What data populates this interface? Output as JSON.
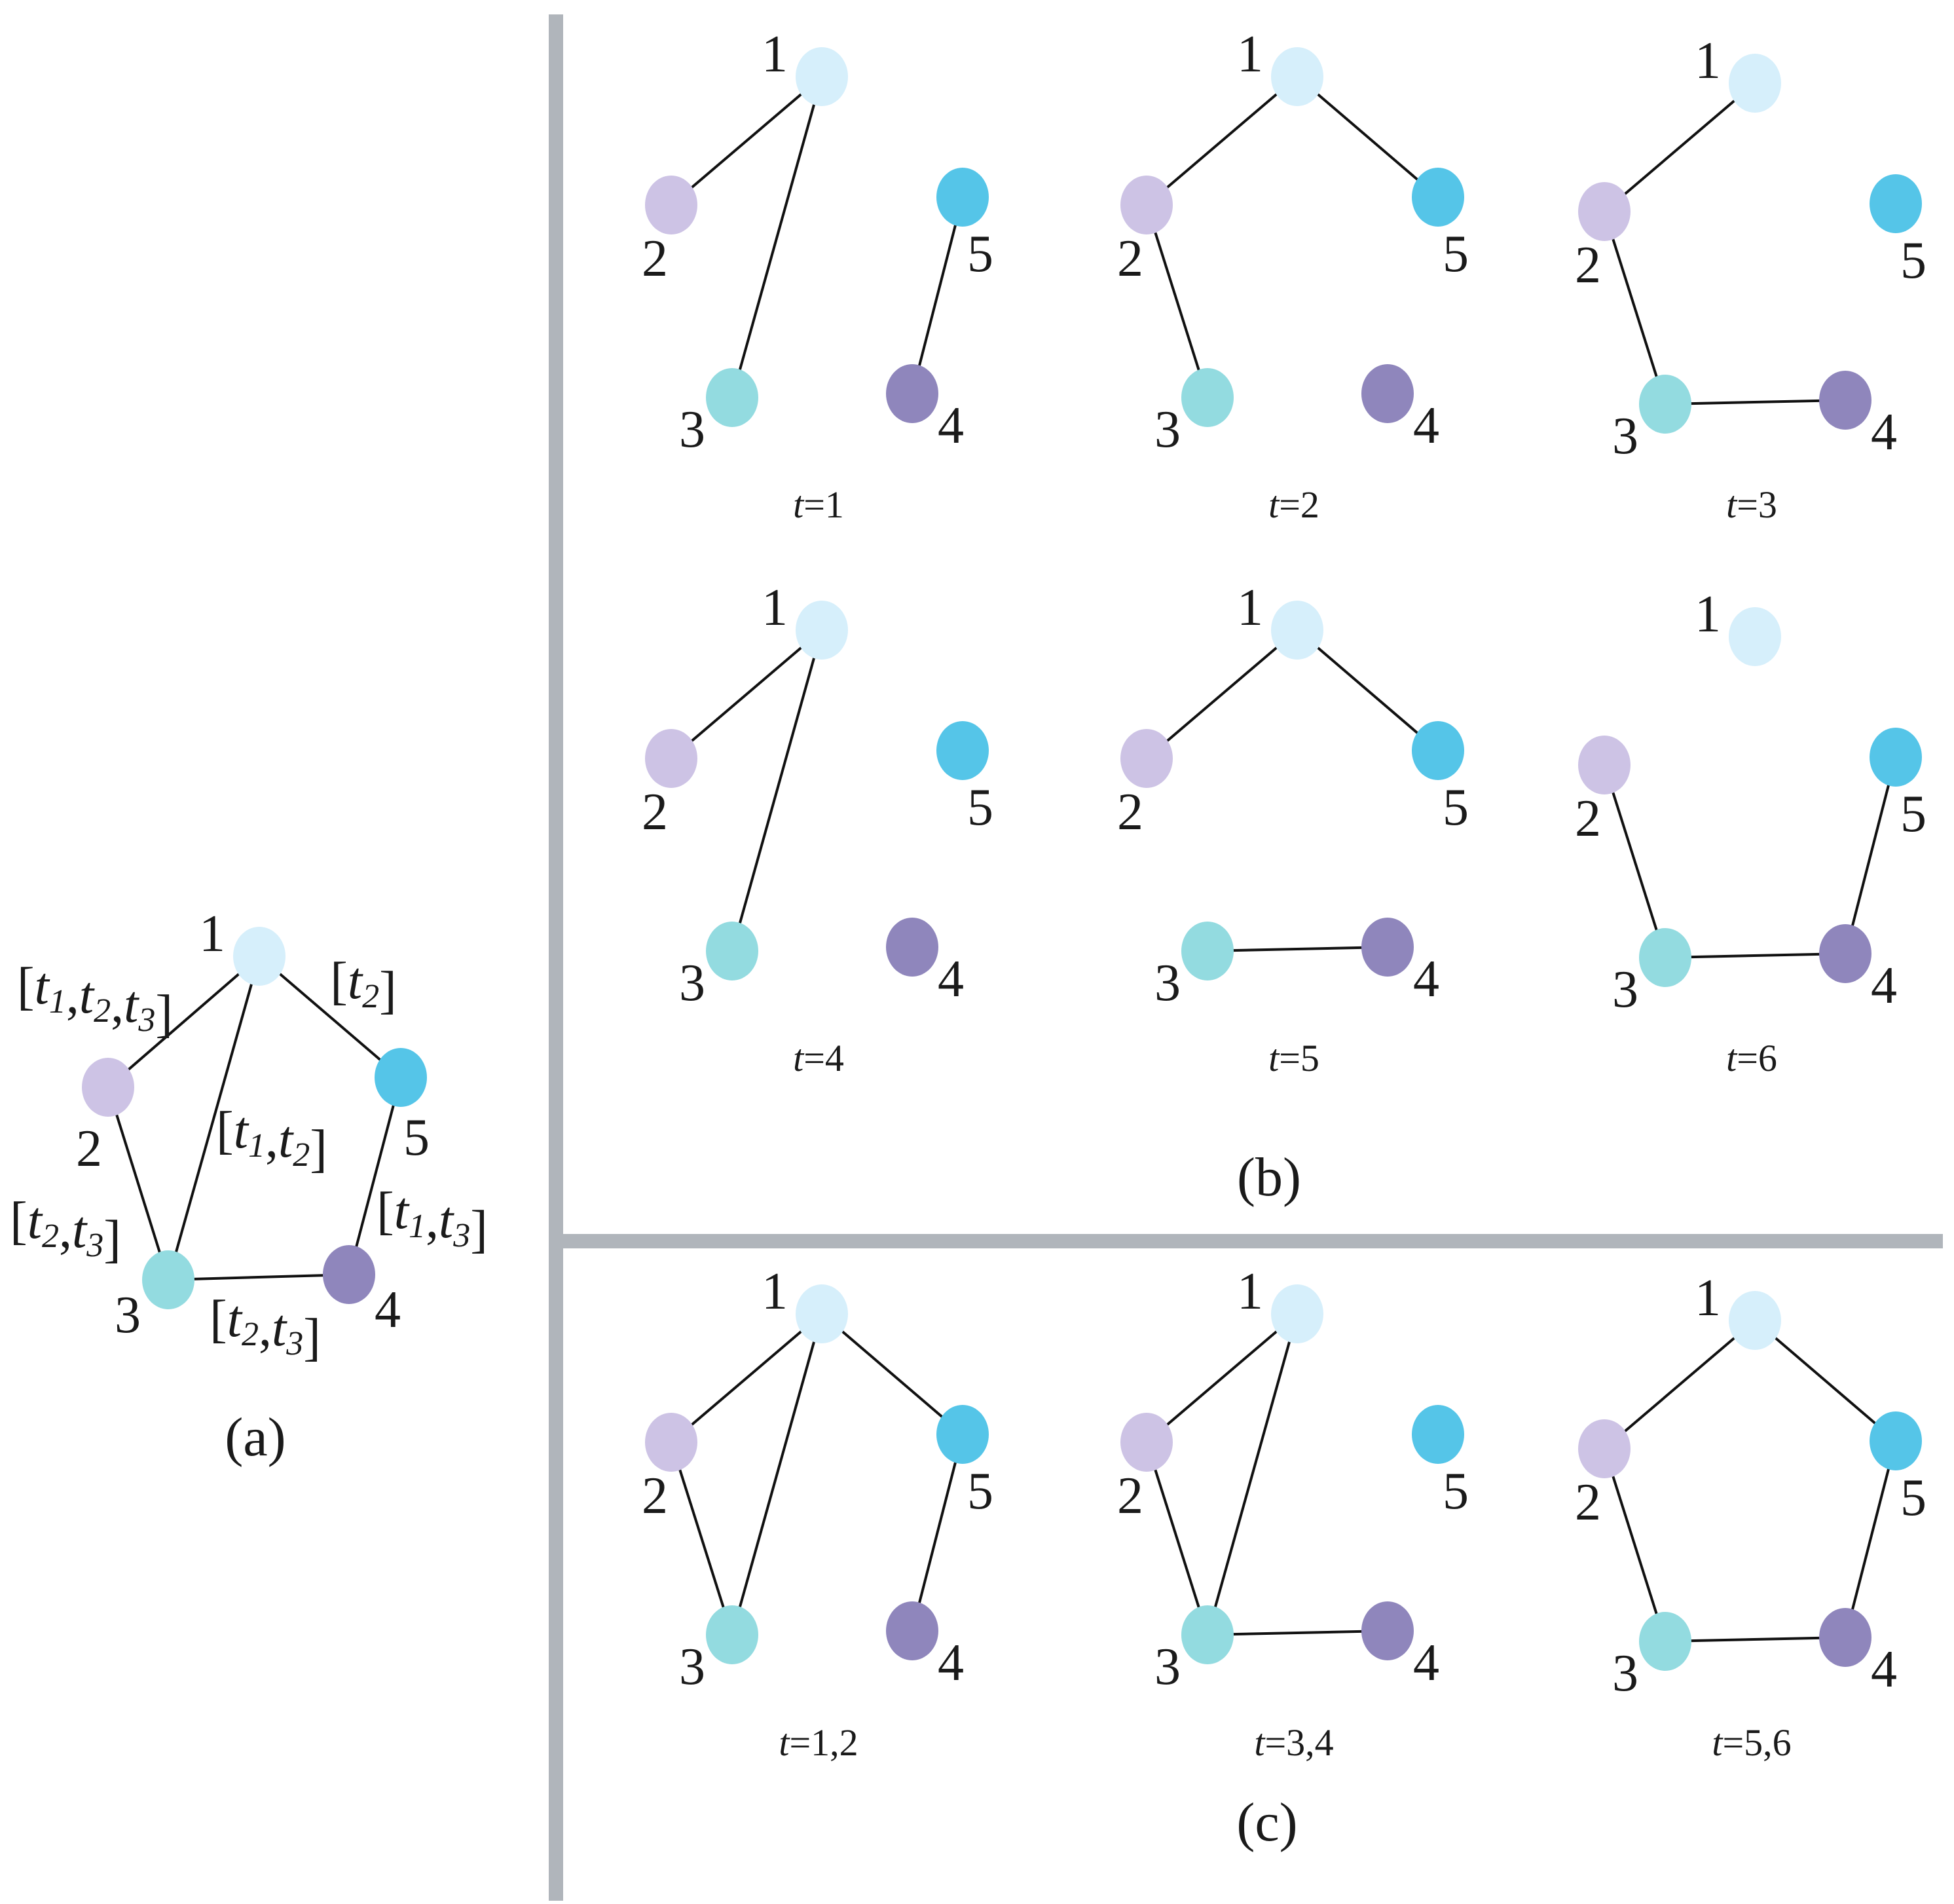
{
  "node_colors": {
    "1": "#d6effb",
    "2": "#cdc3e5",
    "3": "#93dbe0",
    "4": "#8f86bc",
    "5": "#55c5e8"
  },
  "divider_color": "#b0b5bb",
  "panel_a": {
    "label": "(a)",
    "nodes": [
      "1",
      "2",
      "3",
      "4",
      "5"
    ],
    "edges": [
      {
        "from": "1",
        "to": "2",
        "times": [
          "1",
          "2",
          "3"
        ]
      },
      {
        "from": "1",
        "to": "3",
        "times": [
          "1",
          "2"
        ]
      },
      {
        "from": "1",
        "to": "5",
        "times": [
          "2"
        ]
      },
      {
        "from": "2",
        "to": "3",
        "times": [
          "2",
          "3"
        ]
      },
      {
        "from": "3",
        "to": "4",
        "times": [
          "2",
          "3"
        ]
      },
      {
        "from": "4",
        "to": "5",
        "times": [
          "1",
          "3"
        ]
      }
    ]
  },
  "panel_b": {
    "label": "(b)",
    "snapshots": [
      {
        "t": "1",
        "edges": [
          [
            "1",
            "2"
          ],
          [
            "1",
            "3"
          ],
          [
            "5",
            "4"
          ]
        ]
      },
      {
        "t": "2",
        "edges": [
          [
            "1",
            "2"
          ],
          [
            "1",
            "5"
          ],
          [
            "2",
            "3"
          ]
        ]
      },
      {
        "t": "3",
        "edges": [
          [
            "1",
            "2"
          ],
          [
            "2",
            "3"
          ],
          [
            "3",
            "4"
          ]
        ]
      },
      {
        "t": "4",
        "edges": [
          [
            "1",
            "2"
          ],
          [
            "1",
            "3"
          ]
        ]
      },
      {
        "t": "5",
        "edges": [
          [
            "1",
            "2"
          ],
          [
            "1",
            "5"
          ],
          [
            "3",
            "4"
          ]
        ]
      },
      {
        "t": "6",
        "edges": [
          [
            "2",
            "3"
          ],
          [
            "3",
            "4"
          ],
          [
            "4",
            "5"
          ]
        ]
      }
    ]
  },
  "panel_c": {
    "label": "(c)",
    "snapshots": [
      {
        "t": "1,2",
        "edges": [
          [
            "1",
            "2"
          ],
          [
            "1",
            "3"
          ],
          [
            "1",
            "5"
          ],
          [
            "2",
            "3"
          ],
          [
            "5",
            "4"
          ]
        ]
      },
      {
        "t": "3,4",
        "edges": [
          [
            "1",
            "2"
          ],
          [
            "1",
            "3"
          ],
          [
            "2",
            "3"
          ],
          [
            "3",
            "4"
          ]
        ]
      },
      {
        "t": "5,6",
        "edges": [
          [
            "1",
            "2"
          ],
          [
            "1",
            "5"
          ],
          [
            "2",
            "3"
          ],
          [
            "3",
            "4"
          ],
          [
            "4",
            "5"
          ]
        ]
      }
    ]
  },
  "time_prefix": "t",
  "time_equals": "="
}
